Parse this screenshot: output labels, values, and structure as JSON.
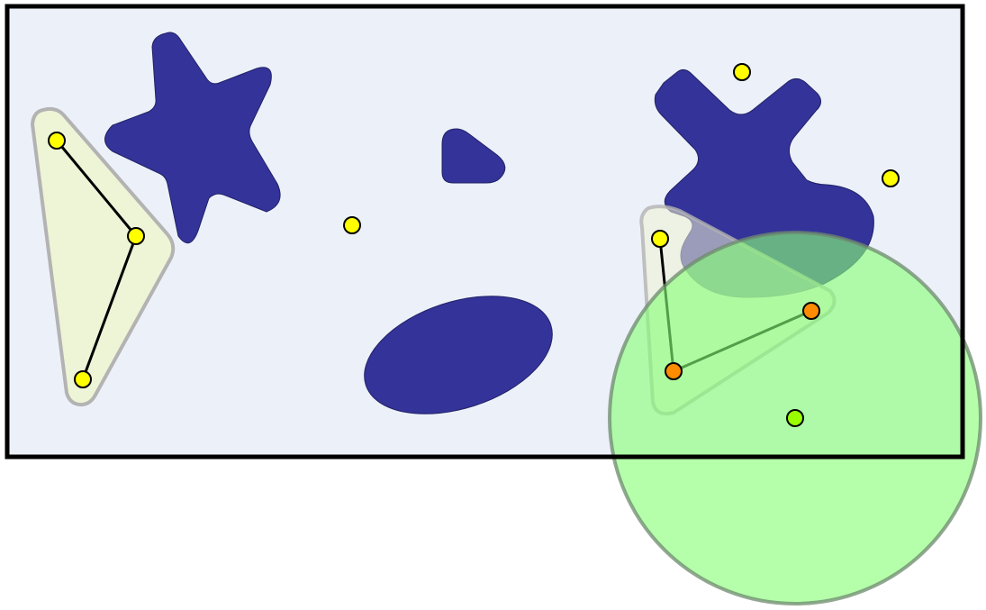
{
  "colors": {
    "page_background": "#ffffff",
    "arena_fill": "#ecf1f9",
    "arena_border": "#000000",
    "obstacle_fill": "#333399",
    "hull_fill": "#eef3d4",
    "hull_stroke": "#b3b3b3",
    "path_stroke": "#000000",
    "node_fill": "#ffff00",
    "active_node_fill": "#ff8c00",
    "sensor_fill": "#99ff88",
    "sensor_stroke": "#7a9a7a",
    "robot_fill": "#99ff00"
  },
  "scene": {
    "elements": [
      "arena",
      "obstacle-star",
      "obstacle-rounded-triangle",
      "obstacle-ellipse",
      "obstacle-cross",
      "path-hull-left",
      "path-hull-right",
      "sensor-range-circle",
      "robot"
    ],
    "yellow_node_count": 7,
    "orange_node_count": 2
  }
}
